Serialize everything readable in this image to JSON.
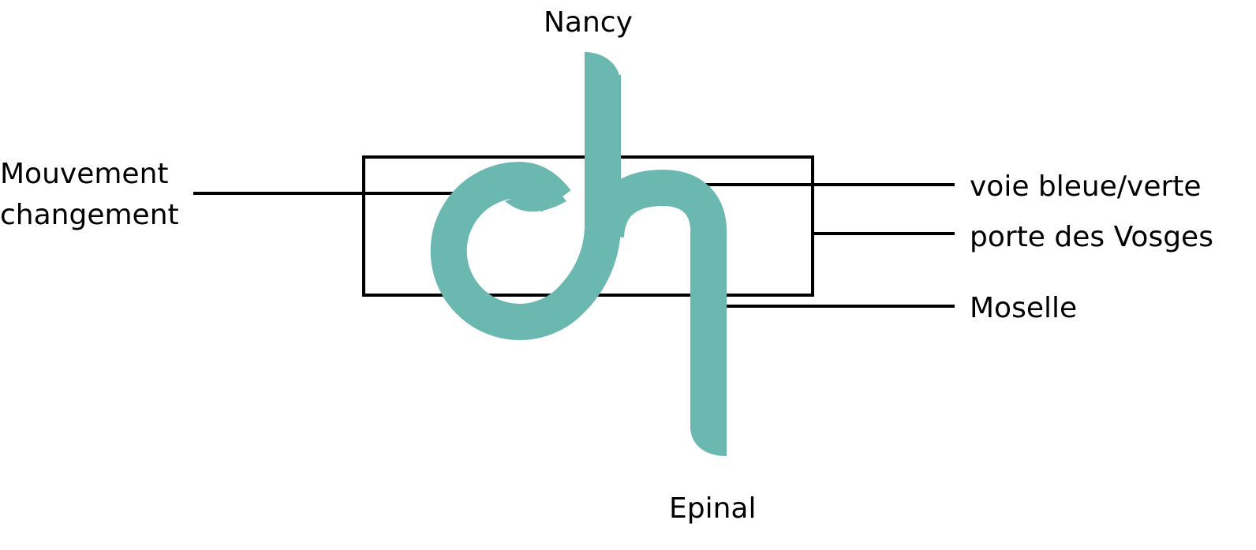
{
  "labels": {
    "top": "Nancy",
    "bottom": "Epinal",
    "left_line1": "Mouvement",
    "left_line2": "changement",
    "right1": "voie bleue/verte",
    "right2": "porte des Vosges",
    "right3": "Moselle"
  },
  "colors": {
    "logo": "#6bb8b0",
    "lines": "#000000"
  },
  "logo_letters": "ch"
}
